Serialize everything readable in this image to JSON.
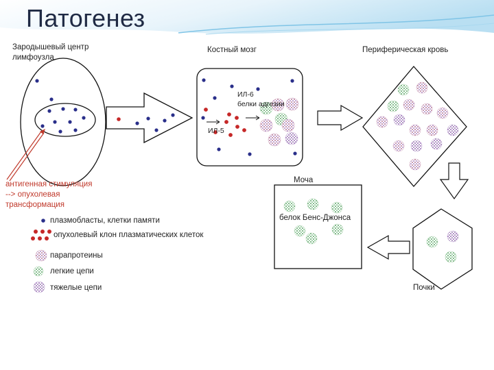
{
  "title": "Патогенез",
  "stages": {
    "lymph_node": [
      "Зародышевый центр",
      "лимфоузла"
    ],
    "bone_marrow": "Костный мозг",
    "blood": "Периферическая кровь",
    "urine": "Моча",
    "kidneys": "Почки"
  },
  "annotations": {
    "il6": "ИЛ-6",
    "adhesion": "белки адгезии",
    "il5": "ИЛ-5",
    "bence_jones": "белок Бенс-Джонса"
  },
  "stimulation": [
    "антигенная стимуляция",
    "--> опухолевая",
    "трансформация"
  ],
  "legend": [
    {
      "key": "plasmablasts",
      "label": "плазмобласты, клетки памяти"
    },
    {
      "key": "tumor_clone",
      "label": "опухолевый клон плазматических клеток"
    },
    {
      "key": "paraproteins",
      "label": "парапротеины"
    },
    {
      "key": "light_chains",
      "label": "легкие цепи"
    },
    {
      "key": "heavy_chains",
      "label": "тяжелые цепи"
    }
  ],
  "colors": {
    "blue_cell": "#2a2f8a",
    "red_cell": "#c62828",
    "paraprotein": "#a0527a",
    "light_chain": "#2e8b3c",
    "heavy_chain": "#7b3fa0",
    "title": "#1f2a44",
    "stimulation_text": "#c0392b"
  }
}
